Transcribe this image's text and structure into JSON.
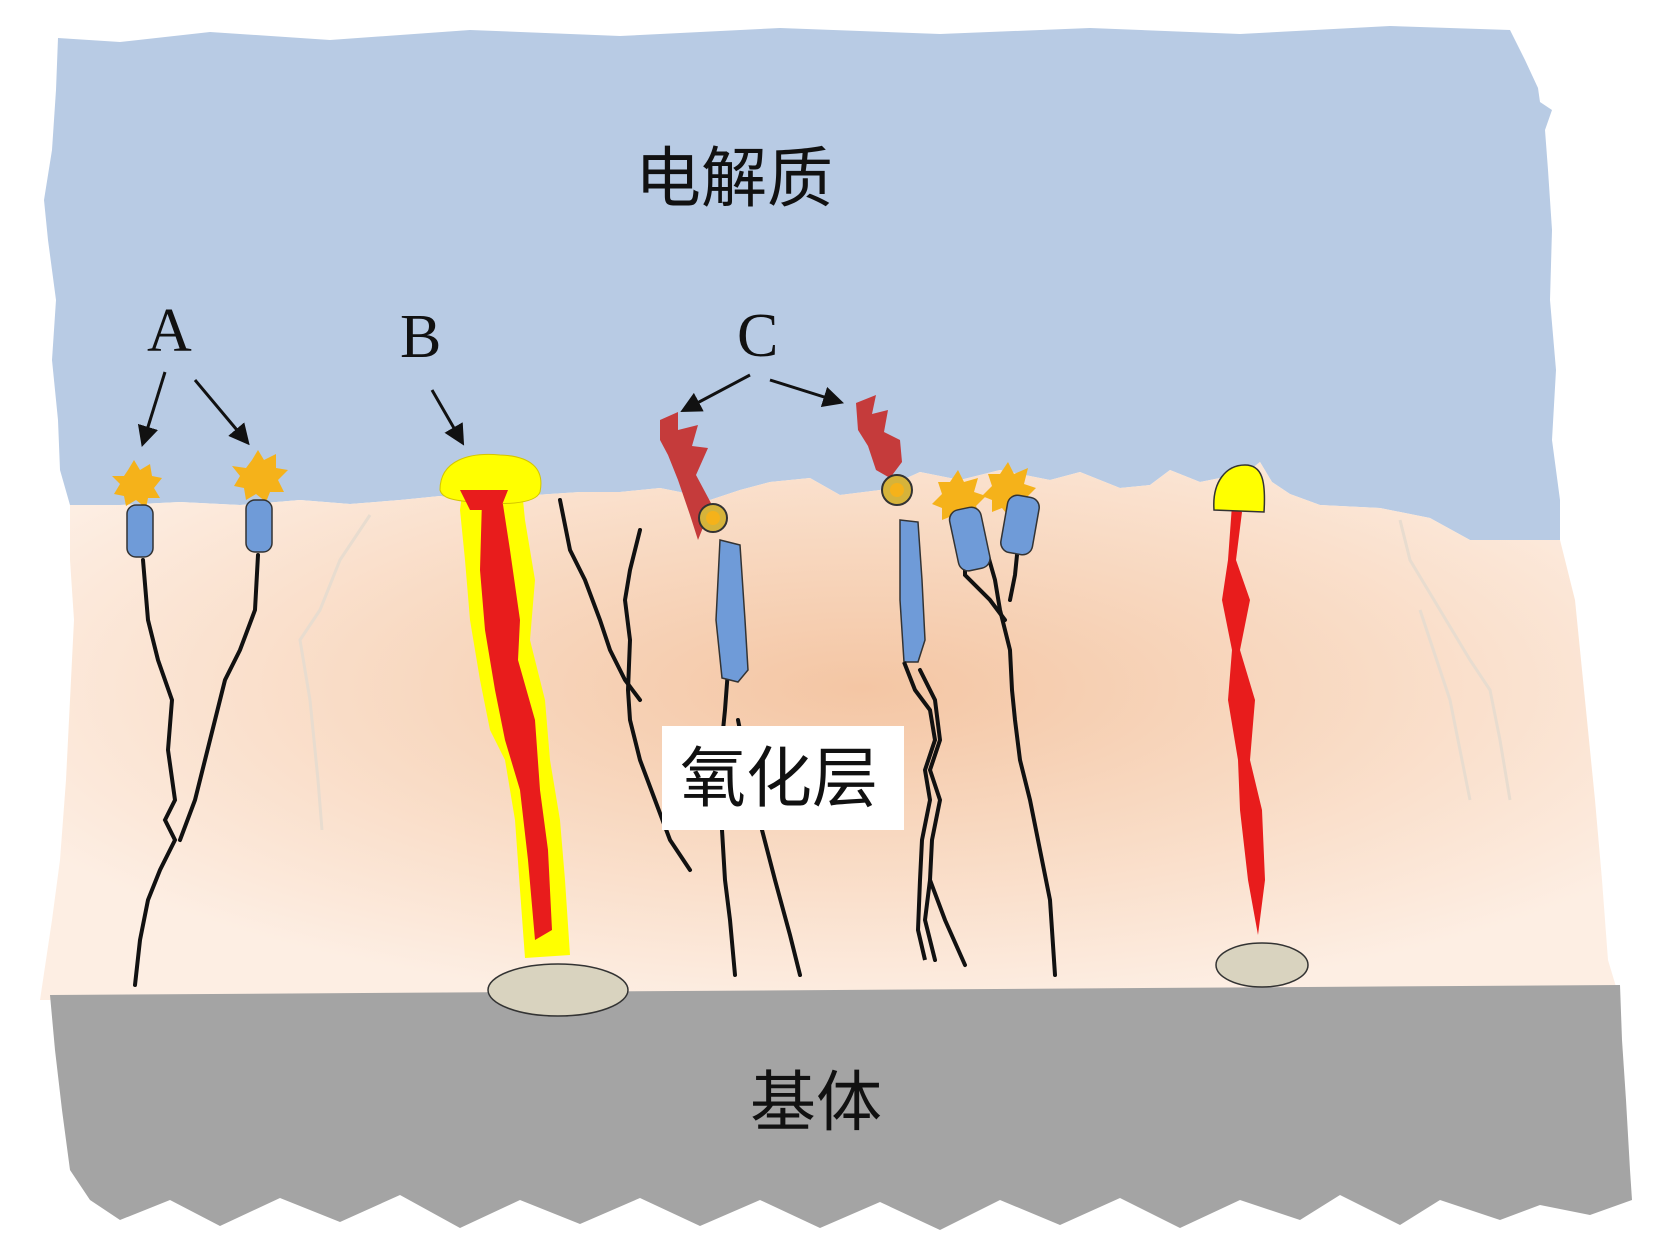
{
  "labels": {
    "electrolyte": "电解质",
    "oxide_layer": "氧化层",
    "substrate": "基体",
    "mark_a": "A",
    "mark_b": "B",
    "mark_c": "C"
  },
  "colors": {
    "electrolyte": "#b8cbe4",
    "oxide": "#fce9da",
    "oxide_core": "#f7d2b6",
    "substrate": "#a4a4a4",
    "discharge_red": "#e81c1c",
    "glow_yellow": "#ffff00",
    "spark_orange": "#f5b21a",
    "oxide_blue": "#6f9bd8",
    "flame_red": "#c53b3b",
    "crack_black": "#111111",
    "particle_tan": "#d9d3bf"
  }
}
